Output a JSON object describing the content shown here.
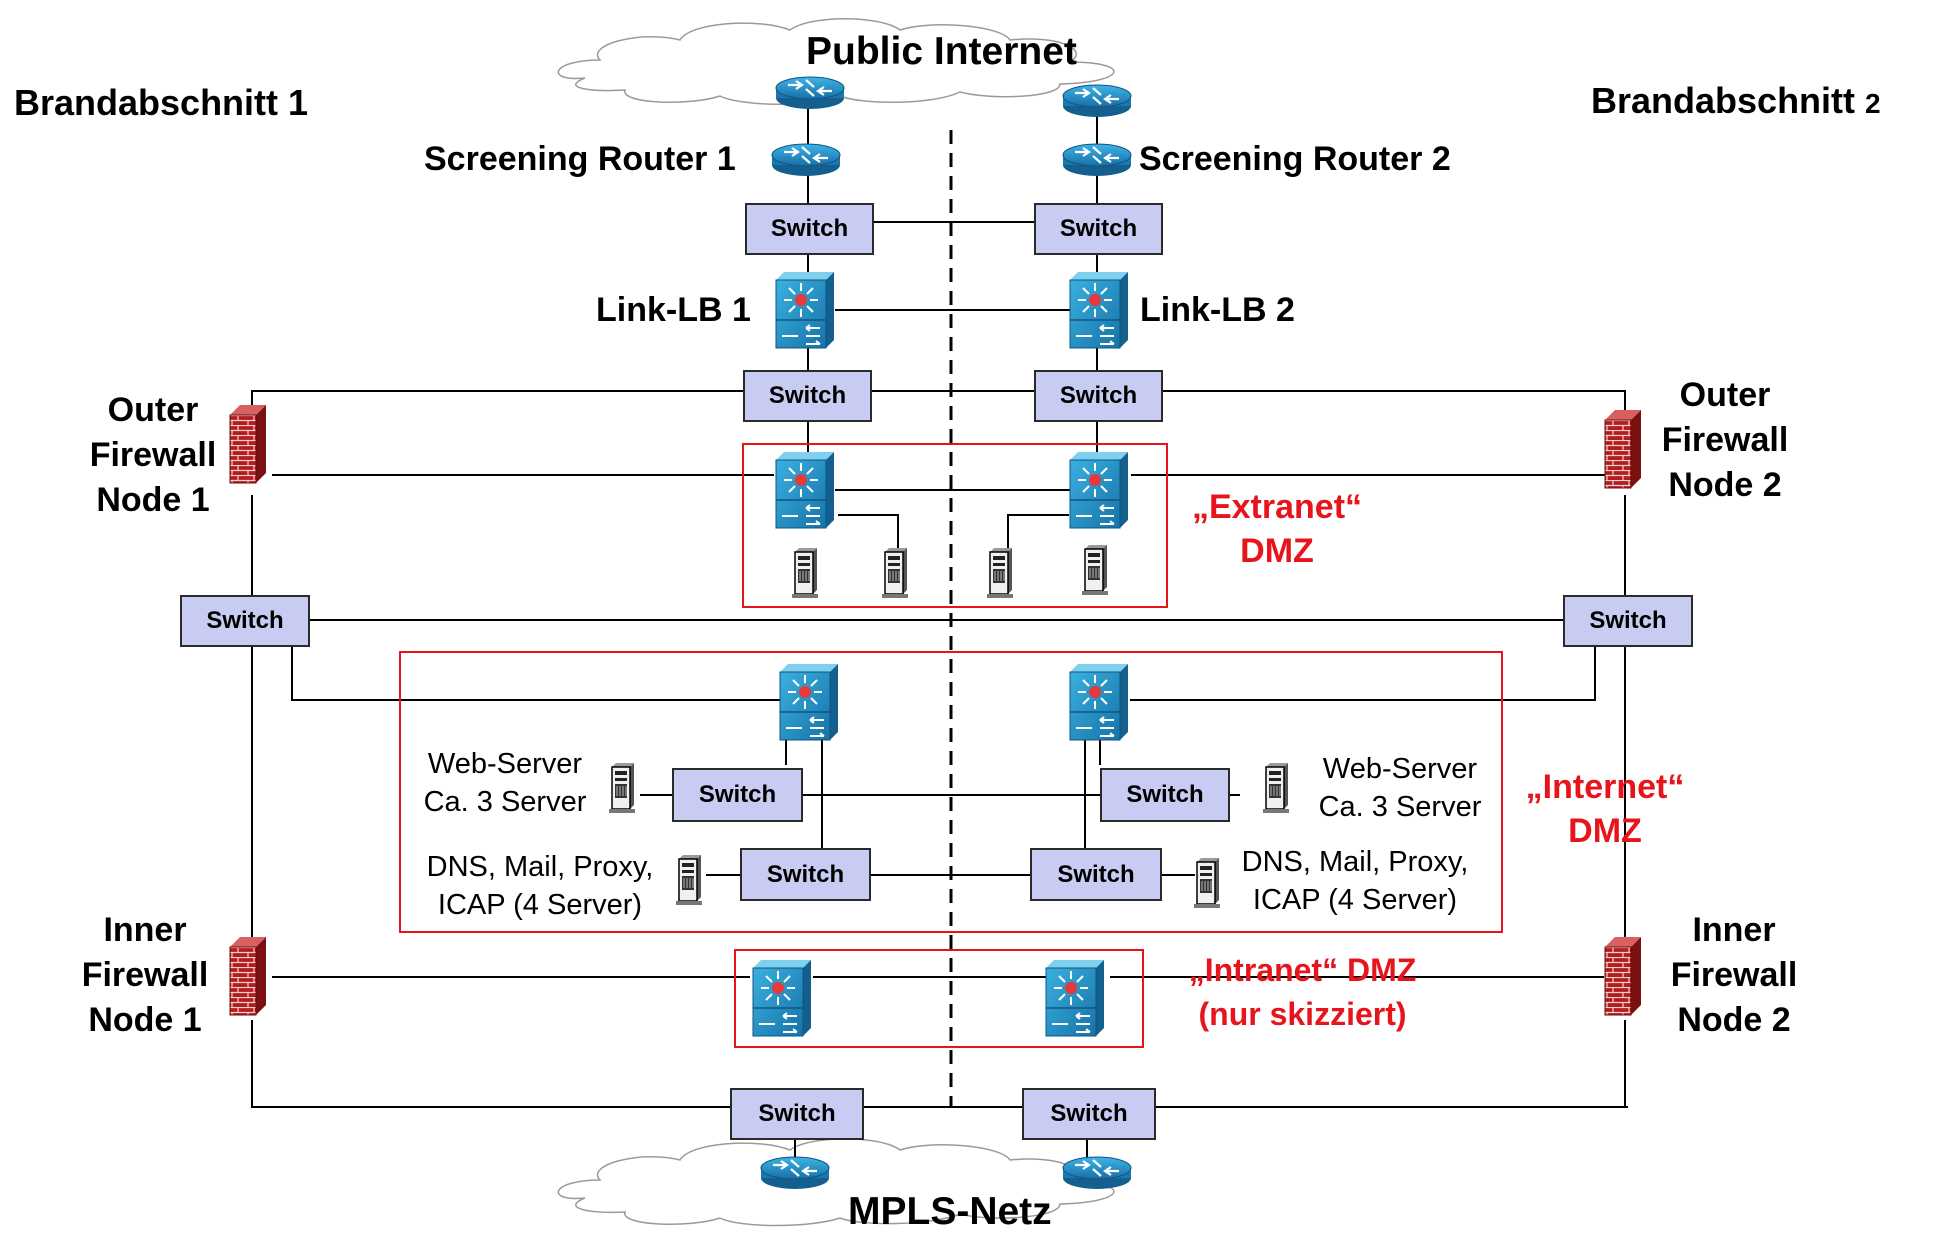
{
  "zones": {
    "left": "Brandabschnitt 1",
    "right_main": "Brandabschnitt ",
    "right_num": "2"
  },
  "clouds": {
    "top": "Public Internet",
    "bottom": "MPLS-Netz"
  },
  "routers": {
    "sr1": "Screening Router 1",
    "sr2": "Screening Router 2"
  },
  "link_lb": {
    "lb1": "Link-LB 1",
    "lb2": "Link-LB 2"
  },
  "switch_label": "Switch",
  "outer_fw1": [
    "Outer",
    "Firewall",
    "Node 1"
  ],
  "outer_fw2": [
    "Outer",
    "Firewall",
    "Node 2"
  ],
  "inner_fw1": [
    "Inner",
    "Firewall",
    "Node 1"
  ],
  "inner_fw2": [
    "Inner",
    "Firewall",
    "Node 2"
  ],
  "dmz": {
    "extranet": [
      "„Extranet“",
      "DMZ"
    ],
    "internet": [
      "„Internet“",
      "DMZ"
    ],
    "intranet": [
      "„Intranet“ DMZ",
      "(nur skizziert)"
    ]
  },
  "servers": {
    "web_left": [
      "Web-Server",
      "Ca. 3 Server"
    ],
    "web_right": [
      "Web-Server",
      "Ca. 3 Server"
    ],
    "dns_left": [
      "DNS, Mail, Proxy,",
      "ICAP (4 Server)"
    ],
    "dns_right": [
      "DNS, Mail, Proxy,",
      "ICAP (4 Server)"
    ]
  },
  "colors": {
    "zone_border": "#e8141c",
    "switch_fill": "#c9ccf2",
    "device_blue": "#1e8fc4",
    "firewall_red": "#b31b1b",
    "cloud_stroke": "#9a9a9a"
  }
}
